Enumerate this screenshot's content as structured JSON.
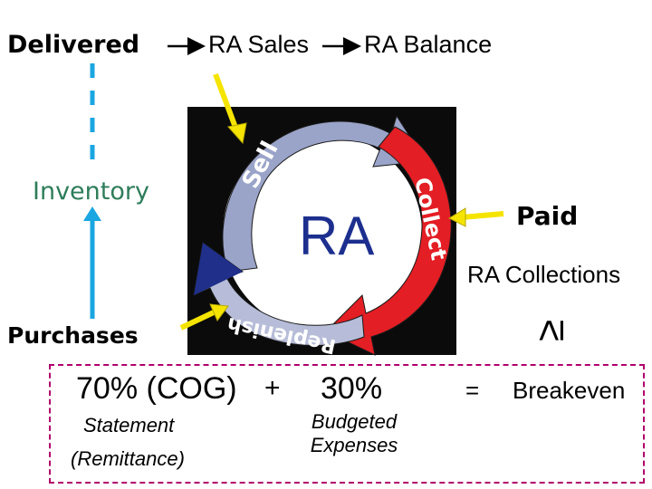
{
  "labels": {
    "delivered": "Delivered",
    "ra_sales": "RA Sales",
    "ra_balance": "RA Balance",
    "inventory": "Inventory",
    "purchases": "Purchases",
    "paid": "Paid",
    "ra_collections": "RA Collections",
    "geq": "≥",
    "ra": "RA",
    "cog": "70% (COG)",
    "plus": "+",
    "thirty": "30%",
    "equals": "=",
    "breakeven": "Breakeven",
    "statement": "Statement",
    "remittance": "(Remittance)",
    "budgeted_expenses": "Budgeted Expenses"
  },
  "cycle": {
    "sell": "Sell",
    "collect": "Collect",
    "replenish": "Replenish"
  },
  "colors": {
    "sell_arrow": "#9aa3c8",
    "collect_arrow": "#e31e24",
    "replenish_arrow": "#1f2f8a",
    "pointer_arrow": "#f5e400",
    "inventory_arrow": "#1aa6e0",
    "dashed_border": "#b0006a"
  }
}
